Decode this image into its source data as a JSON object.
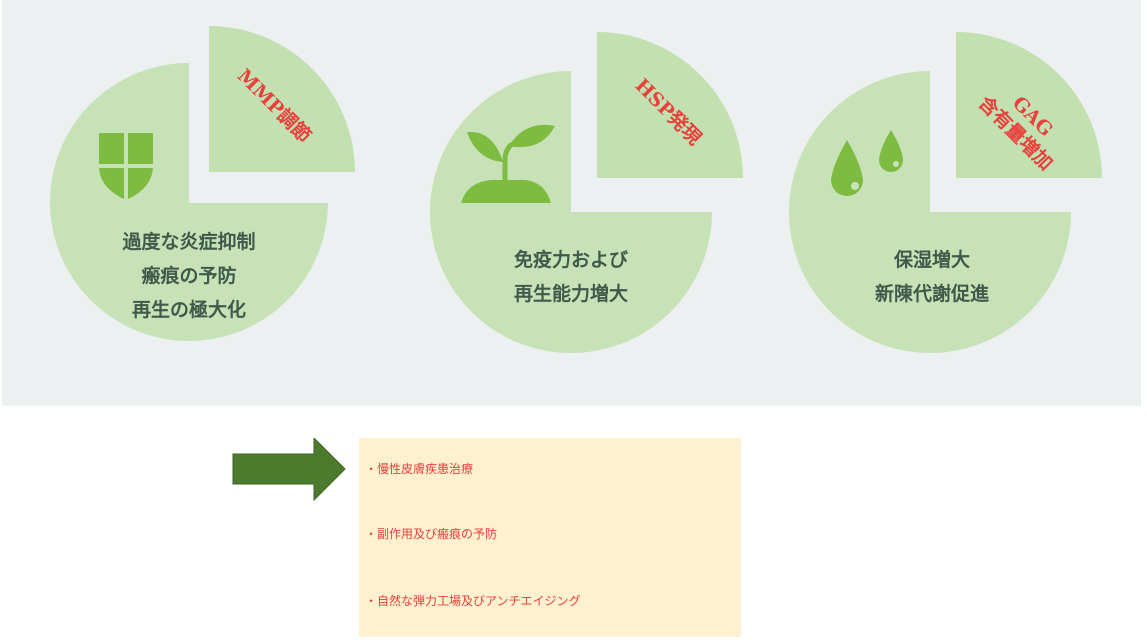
{
  "colors": {
    "panel_background": "#edf0f1",
    "pie_main": "#c8e2b8",
    "pie_slice": "#c3e0b1",
    "icon_green": "#7dbb41",
    "text_dark": "#3f5a4a",
    "tag_red": "#e8403c",
    "arrow_green": "#4d7b2d",
    "note_background": "#fff0cf"
  },
  "cards": [
    {
      "icon": "shield-icon",
      "tag_lines": [
        "MMP調節"
      ],
      "lines": [
        "過度な炎症抑制",
        "瘢痕の予防",
        "再生の極大化"
      ]
    },
    {
      "icon": "sprout-icon",
      "tag_lines": [
        "HSP発現"
      ],
      "lines": [
        "免疫力および",
        "再生能力増大"
      ]
    },
    {
      "icon": "water-drops-icon",
      "tag_lines": [
        "GAG",
        "含有量増加"
      ],
      "lines": [
        "保湿増大",
        "新陳代謝促進"
      ]
    }
  ],
  "notes": {
    "items": [
      "・慢性皮膚疾患治療",
      "・副作用及び瘢痕の予防",
      "・自然な弾力工場及びアンチエイジング"
    ]
  }
}
